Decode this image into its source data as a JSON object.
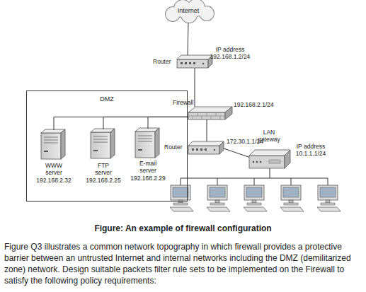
{
  "diagram": {
    "caption": "Figure: An example of firewall configuration",
    "nodes": [
      {
        "text": [
          "Internet"
        ]
      },
      {
        "text": [
          "Router",
          "IP address 192.168.1.2/24"
        ]
      },
      {
        "text": [
          "DMZ"
        ]
      },
      {
        "text": [
          "WWW server",
          "192.168.2.32"
        ],
        "in": 2
      },
      {
        "text": [
          "FTP server",
          "192.168.2.25"
        ],
        "in": 2
      },
      {
        "text": [
          "E-mail server",
          "192.168.2.29"
        ],
        "in": 2
      },
      {
        "text": [
          "Firewall",
          "192.168.2.1/24"
        ]
      },
      {
        "text": [
          "Router",
          "172.30.1.1/24"
        ]
      },
      {
        "text": [
          "LAN gateway",
          "IP address 10.1.1.1/24"
        ]
      }
    ],
    "edges": [
      {
        "from": 0,
        "to": 1,
        "arrow": "none"
      },
      {
        "from": 1,
        "to": 6,
        "arrow": "none"
      },
      {
        "from": 6,
        "to": 3,
        "arrow": "none"
      },
      {
        "from": 6,
        "to": 4,
        "arrow": "none"
      },
      {
        "from": 6,
        "to": 5,
        "arrow": "none"
      },
      {
        "from": 6,
        "to": 7,
        "arrow": "none"
      },
      {
        "from": 7,
        "to": 8,
        "arrow": "none"
      }
    ],
    "labels": [
      "Figure Q3 illustrates a common network topography in which firewall provides a protective barrier between an untrusted Internet and internal networks including the DMZ (demilitarized zone) network. Design suitable packets filter rule sets to be implemented on the Firewall to satisfy the following policy requirements:"
    ]
  }
}
